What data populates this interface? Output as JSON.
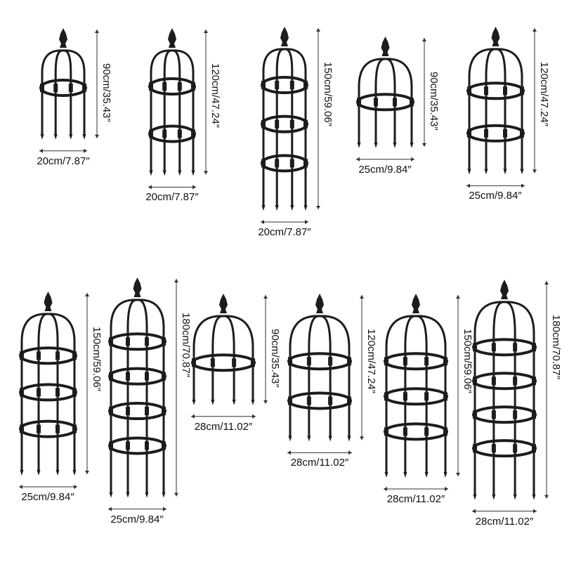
{
  "colors": {
    "trellis": "#1c1c1c",
    "dimension_line": "#333333",
    "text": "#111111"
  },
  "trellises": [
    {
      "height_label": "90cm/35.43″",
      "width_label": "20cm/7.87″",
      "height_cm": 90,
      "width_cm": 20,
      "rings": 1
    },
    {
      "height_label": "120cm/47.24″",
      "width_label": "20cm/7.87″",
      "height_cm": 120,
      "width_cm": 20,
      "rings": 2
    },
    {
      "height_label": "150cm/59.06″",
      "width_label": "20cm/7.87″",
      "height_cm": 150,
      "width_cm": 20,
      "rings": 3
    },
    {
      "height_label": "90cm/35.43″",
      "width_label": "25cm/9.84″",
      "height_cm": 90,
      "width_cm": 25,
      "rings": 1
    },
    {
      "height_label": "120cm/47.24″",
      "width_label": "25cm/9.84″",
      "height_cm": 120,
      "width_cm": 25,
      "rings": 2
    },
    {
      "height_label": "150cm/59.06″",
      "width_label": "25cm/9.84″",
      "height_cm": 150,
      "width_cm": 25,
      "rings": 3
    },
    {
      "height_label": "180cm/70.87″",
      "width_label": "25cm/9.84″",
      "height_cm": 180,
      "width_cm": 25,
      "rings": 4
    },
    {
      "height_label": "90cm/35.43″",
      "width_label": "28cm/11.02″",
      "height_cm": 90,
      "width_cm": 28,
      "rings": 1
    },
    {
      "height_label": "120cm/47.24″",
      "width_label": "28cm/11.02″",
      "height_cm": 120,
      "width_cm": 28,
      "rings": 2
    },
    {
      "height_label": "150cm/59.06″",
      "width_label": "28cm/11.02″",
      "height_cm": 150,
      "width_cm": 28,
      "rings": 3
    },
    {
      "height_label": "180cm/70.87″",
      "width_label": "28cm/11.02″",
      "height_cm": 180,
      "width_cm": 28,
      "rings": 4
    }
  ]
}
